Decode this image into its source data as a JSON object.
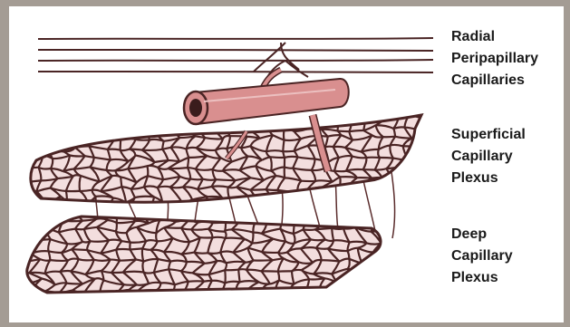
{
  "labels": {
    "radial": [
      "Radial",
      "Peripapillary",
      "Capillaries"
    ],
    "superficial": [
      "Superficial",
      "Capillary",
      "Plexus"
    ],
    "deep": [
      "Deep",
      "Capillary",
      "Plexus"
    ]
  },
  "colors": {
    "vessel_line": "#4a2424",
    "vessel_fill": "#d98f8f",
    "mesh_bg": "#f3dede",
    "frame_bg": "#ffffff",
    "outer_bg": "#a49c94"
  }
}
